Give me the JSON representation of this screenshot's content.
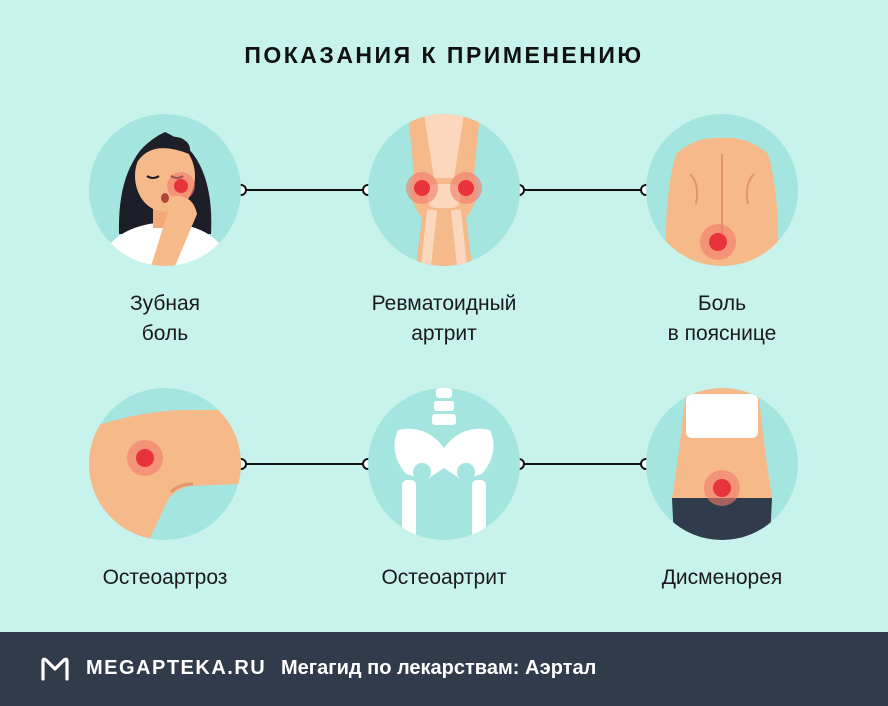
{
  "title": "ПОКАЗАНИЯ К ПРИМЕНЕНИЮ",
  "items": [
    {
      "icon": "toothache-icon",
      "line1": "Зубная",
      "line2": "боль"
    },
    {
      "icon": "knee-joint-icon",
      "line1": "Ревматоидный",
      "line2": "артрит"
    },
    {
      "icon": "lower-back-icon",
      "line1": "Боль",
      "line2": "в пояснице"
    },
    {
      "icon": "knee-bend-icon",
      "line1": "Остеоартроз",
      "line2": ""
    },
    {
      "icon": "pelvis-skeleton-icon",
      "line1": "Остеоартрит",
      "line2": ""
    },
    {
      "icon": "abdomen-icon",
      "line1": "Дисменорея",
      "line2": ""
    }
  ],
  "footer": {
    "brand": "MEGAPTEKA.RU",
    "tagline": "Мегагид по лекарствам: Аэртал"
  },
  "colors": {
    "background": "#c8f3ec",
    "circle": "#a4e6df",
    "footer": "#303c4b",
    "pain": "#e8333a",
    "skin": "#f6b98a"
  }
}
